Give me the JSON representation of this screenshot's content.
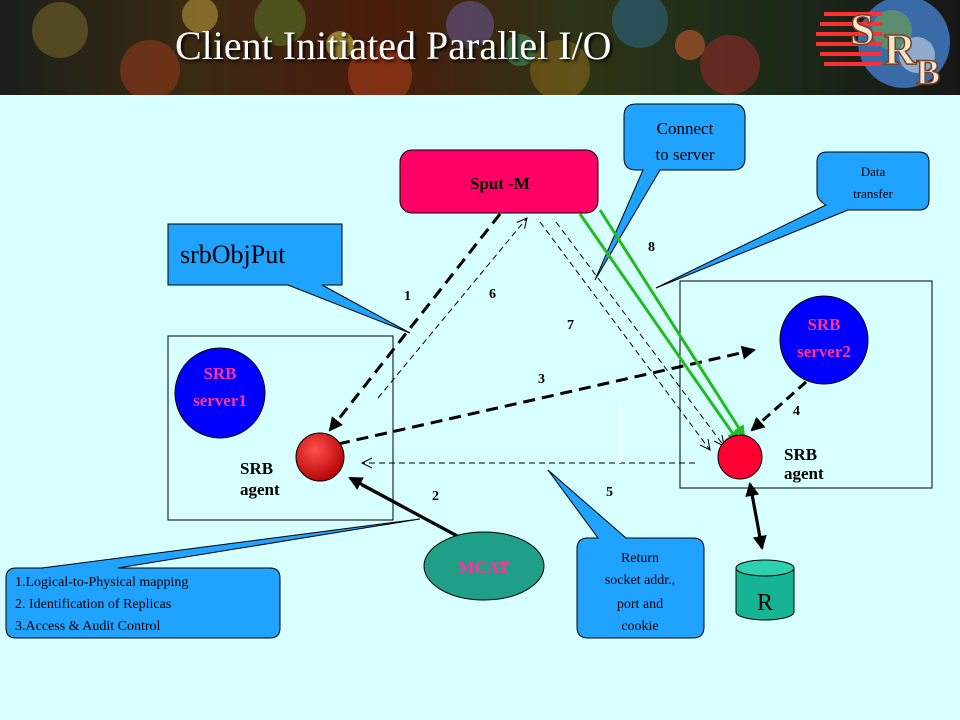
{
  "slide": {
    "title": "Client Initiated Parallel I/O",
    "logo_letters": [
      "S",
      "R",
      "B"
    ]
  },
  "diagram": {
    "client": {
      "label": "Sput -M"
    },
    "server1": {
      "line1": "SRB",
      "line2": "server1"
    },
    "server2": {
      "line1": "SRB",
      "line2": "server2"
    },
    "agent_left": {
      "line1": "SRB",
      "line2": "agent"
    },
    "agent_right": {
      "line1": "SRB",
      "line2": "agent"
    },
    "mcat": {
      "label": "MCAT"
    },
    "resource": {
      "label": "R"
    },
    "steps": [
      "1",
      "2",
      "3",
      "4",
      "5",
      "6",
      "7",
      "8"
    ],
    "callouts": {
      "srbobjput": "srbObjPut",
      "connect": {
        "line1": "Connect",
        "line2": "to server"
      },
      "data_transfer": {
        "line1": "Data",
        "line2": "transfer"
      },
      "return_socket": {
        "line1": "Return",
        "line2": "socket addr.,",
        "line3": "port and",
        "line4": "cookie"
      },
      "mcat_functions": {
        "line1": "1.Logical-to-Physical mapping",
        "line2": "2. Identification of Replicas",
        "line3": "3.Access & Audit Control"
      }
    }
  },
  "colors": {
    "background": "#d8ffff",
    "callout_fill": "#1fa3ff",
    "client_fill": "#ff0066",
    "server_fill": "#0000ff",
    "agent_fill": "#ee0000",
    "mcat_fill": "#1f9e88",
    "resource_fill": "#17b395",
    "data_line": "#22bb22"
  }
}
